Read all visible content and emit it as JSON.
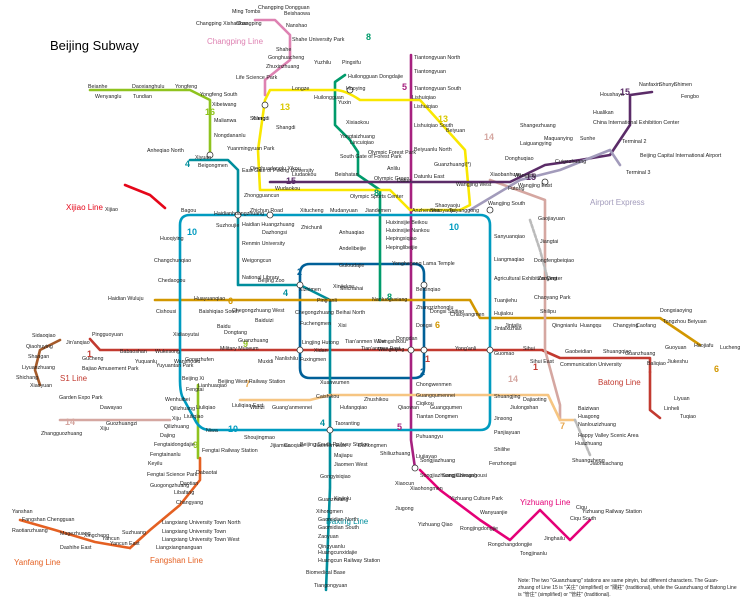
{
  "title": "Beijing Subway",
  "note_lines": [
    "Note: The two \"Guanzhuang\" stations are same pinyin, but different characters. The Guan-",
    "zhuang of Line 15 is \"关庄\" (simplified) or \"關莊\" (traditional), while the Guanzhuang of Batong Line",
    "is \"管庄\" (simplified) or \"管莊\" (traditional)."
  ],
  "line_colors": {
    "l1": "#c23a30",
    "l2": "#006098",
    "l4": "#008e9c",
    "l5": "#a6217f",
    "l6": "#d29700",
    "l8": "#009b6b",
    "l9": "#8fc31f",
    "l10": "#009bc0",
    "l13": "#f9e700",
    "l14": "#d5a7a1",
    "l15": "#5b2c68",
    "batong": "#c23a30",
    "changping": "#de82b2",
    "daxing": "#008e9c",
    "fangshan": "#e46022",
    "yizhuang": "#e40077",
    "airport": "#a29bbb",
    "s1": "#a45a2a",
    "xijiao": "#e50619",
    "yanfang": "#e46022",
    "dashed": "#bbbbbb"
  },
  "line_labels": [
    {
      "id": "changping",
      "text": "Changping Line",
      "color": "#de82b2"
    },
    {
      "id": "xijiao",
      "text": "Xijiao Line",
      "color": "#e50619"
    },
    {
      "id": "airport",
      "text": "Airport Express",
      "color": "#a29bbb"
    },
    {
      "id": "s1",
      "text": "S1 Line",
      "color": "#c23a30"
    },
    {
      "id": "batong",
      "text": "Batong Line",
      "color": "#c23a30"
    },
    {
      "id": "daxing",
      "text": "Daxing Line",
      "color": "#008e9c"
    },
    {
      "id": "yizhuang",
      "text": "Yizhuang Line",
      "color": "#e40077"
    },
    {
      "id": "yanfang",
      "text": "Yanfang Line",
      "color": "#e46022"
    },
    {
      "id": "fangshan",
      "text": "Fangshan Line",
      "color": "#e46022"
    }
  ],
  "line_numbers": [
    {
      "text": "8",
      "color": "#009b6b"
    },
    {
      "text": "5",
      "color": "#a6217f"
    },
    {
      "text": "13",
      "color": "#f9e700"
    },
    {
      "text": "13",
      "color": "#f9e700"
    },
    {
      "text": "15",
      "color": "#5b2c68"
    },
    {
      "text": "16",
      "color": "#8fc31f"
    },
    {
      "text": "4",
      "color": "#008e9c"
    },
    {
      "text": "14",
      "color": "#d5a7a1"
    },
    {
      "text": "15",
      "color": "#5b2c68"
    },
    {
      "text": "15",
      "color": "#5b2c68"
    },
    {
      "text": "8",
      "color": "#009b6b"
    },
    {
      "text": "10",
      "color": "#009bc0"
    },
    {
      "text": "10",
      "color": "#009bc0"
    },
    {
      "text": "2",
      "color": "#006098"
    },
    {
      "text": "6",
      "color": "#d29700"
    },
    {
      "text": "4",
      "color": "#008e9c"
    },
    {
      "text": "8",
      "color": "#009b6b"
    },
    {
      "text": "6",
      "color": "#d29700"
    },
    {
      "text": "1",
      "color": "#c23a30"
    },
    {
      "text": "1",
      "color": "#c23a30"
    },
    {
      "text": "2",
      "color": "#006098"
    },
    {
      "text": "14",
      "color": "#d5a7a1"
    },
    {
      "text": "6",
      "color": "#d29700"
    },
    {
      "text": "1",
      "color": "#c23a30"
    },
    {
      "text": "9",
      "color": "#8fc31f"
    },
    {
      "text": "7",
      "color": "#f6c582"
    },
    {
      "text": "4",
      "color": "#008e9c"
    },
    {
      "text": "14",
      "color": "#d5a7a1"
    },
    {
      "text": "10",
      "color": "#009bc0"
    },
    {
      "text": "9",
      "color": "#8fc31f"
    },
    {
      "text": "5",
      "color": "#a6217f"
    },
    {
      "text": "7",
      "color": "#f6c582"
    }
  ],
  "stations": [
    "Ming Tombs",
    "Changping Dongguan",
    "Beishaowa",
    "Changping Xishankou",
    "Changping",
    "Nanshao",
    "Shahe University Park",
    "Shahe",
    "Gonghuacheng",
    "Zhuxinzhuang",
    "Life Science Park",
    "Tiantongyuan North",
    "Tiantongyuan",
    "Tiantongyuan South",
    "Lishuiqiao",
    "Lishuiqiao South",
    "Beiyuan",
    "Beiyuanlu North",
    "Datunlu East",
    "Huixinxijie Beikou",
    "Huixinxijie Nankou",
    "Hepingxiqiao",
    "Hepinglibeijie",
    "Yonghegong Lama Temple",
    "Beixinqiao",
    "Zhangzizhonglu",
    "Dongsi",
    "Dengshikou",
    "Dongdan",
    "Chongwenmen",
    "Ciqikou",
    "Tiantan Dongmen",
    "Puhuangyu",
    "Liujiayao",
    "Songjiazhuang",
    "Yuzhilu",
    "Pingxifu",
    "Huilongguan Dongdajie",
    "Huoying",
    "Yuxin",
    "Xixiaokou",
    "Yongtaizhuang",
    "Lincuiqiao",
    "Olympic Forest Park",
    "South Gate of Forest Park",
    "Olympic Green",
    "Olympic Sports Center",
    "Anhuaqiao",
    "Andelibeijie",
    "Guloudajie",
    "Shichahai",
    "Nanluoguxiang",
    "Xi'erqi",
    "Longze",
    "Huilongguan",
    "Shangdi",
    "Wudaokou",
    "Zhichun Road",
    "Dazhongsi",
    "Zhichunli",
    "Xitucheng",
    "Mudanyuan",
    "Jiandemen",
    "Anzhenmen",
    "Shaoyaoju",
    "Taiyanggong",
    "Sanyuanqiao",
    "Liangmaqiao",
    "Agricultural Exhibition Center",
    "Tuanjiehu",
    "Hujialou",
    "Jintaixizhao",
    "Guomao",
    "Shuangjing",
    "Jinsong",
    "Panjiayuan",
    "Shilihe",
    "Fenzhongsi",
    "Chengshousi",
    "Songjiazhuang",
    "Beianhe",
    "Wenyanglu",
    "Daoxianghulu",
    "Tundian",
    "Yongfeng",
    "Yongfeng South",
    "Xibeiwang",
    "Malianwa",
    "Nongdananlu",
    "Xiyuan",
    "Anheqiao North",
    "Beigongmen",
    "Yuanmingyuan Park",
    "East Gate of Peking University",
    "Zhongguancun",
    "Haidian Huangzhuang",
    "Renmin University",
    "Weigongcun",
    "National Library",
    "Beijing Zoo",
    "Xizhimen",
    "Xinjiekou",
    "Ping'anli",
    "Xisi",
    "Lingjing Hutong",
    "Xidan",
    "Xuanwumen",
    "Caishikou",
    "Taoranting",
    "Beijing South Railway Station",
    "Majiapu",
    "Jiaomen West",
    "Gongyixiqiao",
    "Xinjinlu",
    "Haidian Wuluju",
    "Cishousi",
    "Huayuanqiao",
    "Baishiqiao South",
    "Chegongzhuang West",
    "Chegongzhuang",
    "Beihai North",
    "Dongsi Shitiao",
    "Chaoyangmen",
    "Jintailu",
    "Shilipu",
    "Qingnianlu",
    "Huangqu",
    "Changying",
    "Caofang",
    "Dongxiaoying",
    "Haojiafu",
    "Lucheng",
    "Gucheng",
    "Bajiao Amusement Park",
    "Babaoshan",
    "Yuquanlu",
    "Wukesong",
    "Wanshoulu",
    "Gongzhufen",
    "Military Museum",
    "Muxidi",
    "Nanlishilu",
    "Fuxingmen",
    "Tian'anmen West",
    "Tian'anmen East",
    "Wangfujing",
    "Yong'anli",
    "Sihui",
    "Sihui East",
    "Gaobeidian",
    "Communication University",
    "Shuangqiao",
    "Guanzhuang",
    "Baliqiao",
    "Tongzhou Beiyuan",
    "Guoyuan",
    "Jiukeshu",
    "Liyuan",
    "Linheli",
    "Tuqiao",
    "Pingguoyuan",
    "Jin'anqiao",
    "Sidaoqiao",
    "Qiaohuying",
    "Shangan",
    "Liyuanzhuang",
    "Shichang",
    "Xiaoyuan",
    "Lianhuaqiao",
    "Beijing West Railway Station",
    "Liuliqiao",
    "Liuliqiao East",
    "Wanzi",
    "Guang'anmennei",
    "Hufangqiao",
    "Zhushikou",
    "Qiaowan",
    "Guangqumennei",
    "Guangqumen",
    "Jiulongshan",
    "Dajiaoting",
    "Baiziwan",
    "Huagong",
    "Nanlouzizhuang",
    "Happy Valley Scenic Area",
    "Huazhuang",
    "Shuangsheng",
    "Jiaohuachang",
    "Baidu",
    "Dongtang",
    "Guanzhuang",
    "Fuchengmen",
    "Baiduizi",
    "Shangdi",
    "Xijiao",
    "Bagou",
    "Suzhoujie",
    "Huoqiying",
    "Changchunqiao",
    "Chedaogou",
    "Xidiaoyutai",
    "Yuyuantan Park",
    "Haidianhuangzhuang",
    "Liuliqiao",
    "Xiju",
    "Qilizhuang",
    "Dajing",
    "Fengtaidongdajie",
    "Fengtainanlu",
    "Keyilu",
    "Fengtai Science Park",
    "Guogongzhuang",
    "Garden Expo Park",
    "Dawayao",
    "Guozhuangzi",
    "Zhangguozhuang",
    "Xiju",
    "Niwa",
    "Fengtai Railway Station",
    "Shoujingmao",
    "Jijiamiao",
    "Caoqiao",
    "Jiaomen East",
    "Dahongmen",
    "Shiliuzhuang",
    "Songjiazhuang",
    "Xiaocun",
    "Xiaohongmen",
    "Jiugong",
    "Yizhuang Qiao",
    "Yizhuang Culture Park",
    "Wanyuanjie",
    "Rongjingdongjie",
    "Rongchangdongjie",
    "Tongjinanlu",
    "Jinghailu",
    "Ciqu South",
    "Ciqu",
    "Yizhuang Railway Station",
    "Gaomidian North",
    "Gaomidian South",
    "Zaoyuan",
    "Qingyuanlu",
    "Huangcunxidajie",
    "Huangcun Railway Station",
    "Biomedical Base",
    "Tiangongyuan",
    "Xihongmen",
    "Guanzhuang",
    "Yancun East",
    "Suzhuang",
    "Liangxiang University Town North",
    "Liangxiang University Town",
    "Liangxiang University Town West",
    "Liangxiangnanguan",
    "Changyang",
    "Libafang",
    "Daotian",
    "Dabaotai",
    "Yanshan",
    "Fangshan Chengguan",
    "Raotianzhuang",
    "Magezhuang",
    "Xingcheng",
    "Dashihe East",
    "Yancun",
    "Wangjing West",
    "Guanzhuangl(*)",
    "Shaoyaoju",
    "Lishuiqiao",
    "Wangjing",
    "Wangjing East",
    "Futong",
    "Wangjing South",
    "Gaojiayuan",
    "Jiangtai",
    "Dongfengbeiqiao",
    "Zaoying",
    "Chaoyang Park",
    "Xiaobanhuan",
    "Shangezhuang",
    "Laiguangying",
    "Donghuqiao",
    "Maquanying",
    "Sunhe",
    "Cuigezhuang",
    "Fengbo",
    "Shimen",
    "Nanfaxin",
    "Shunyi",
    "Houshayu",
    "Hualikan",
    "China International Exhibition Center",
    "Terminal 2",
    "Terminal 3",
    "Beijing Capital International Airport",
    "Qinghuadonglu Xikou",
    "Liudaokou",
    "Beishatan",
    "Anlilu",
    "Datun",
    "Wenhuibei",
    "Qilizhuang",
    "Fengtai",
    "Beijing Xi"
  ]
}
